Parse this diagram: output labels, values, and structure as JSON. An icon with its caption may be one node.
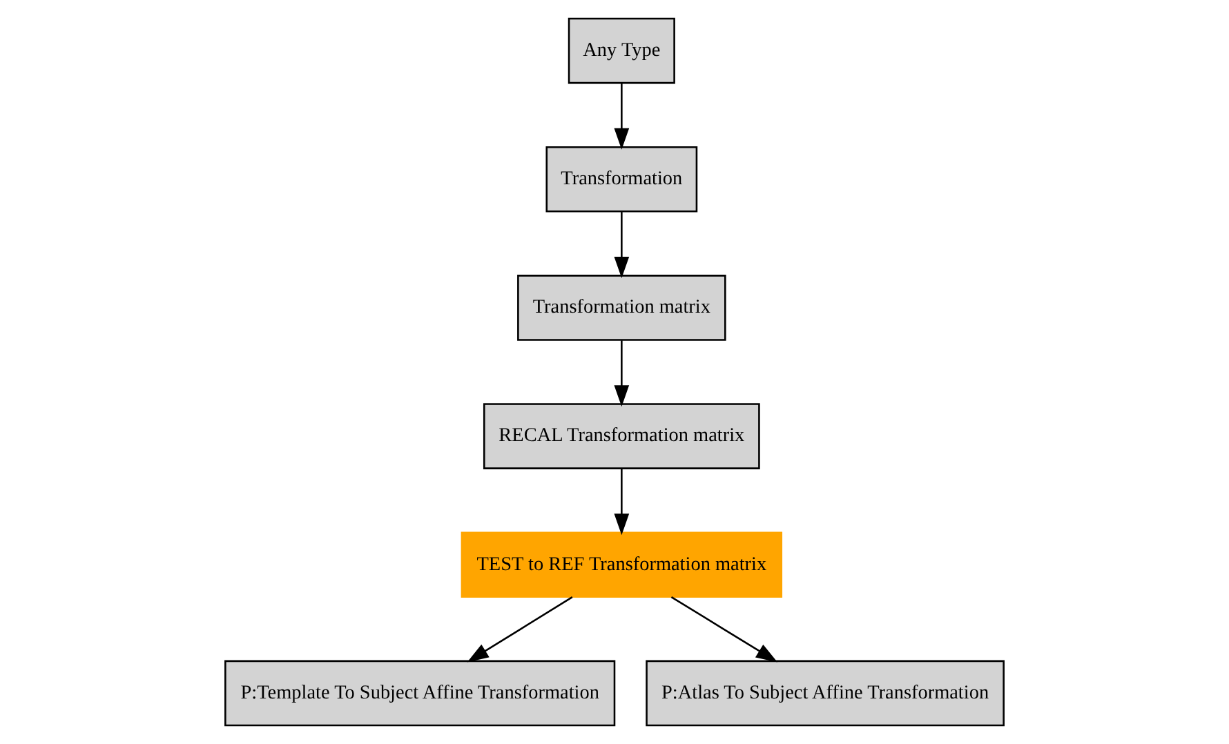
{
  "diagram": {
    "nodes": [
      {
        "text": [
          "Any Type"
        ]
      },
      {
        "text": [
          "Transformation"
        ]
      },
      {
        "text": [
          "Transformation matrix"
        ]
      },
      {
        "text": [
          "RECAL Transformation matrix"
        ]
      },
      {
        "text": [
          "TEST to REF Transformation matrix"
        ]
      },
      {
        "text": [
          "P:Template To Subject Affine Transformation"
        ]
      },
      {
        "text": [
          "P:Atlas To Subject Affine Transformation"
        ]
      }
    ],
    "edges": [
      {
        "from": 0,
        "to": 1,
        "arrow": "to"
      },
      {
        "from": 1,
        "to": 2,
        "arrow": "to"
      },
      {
        "from": 2,
        "to": 3,
        "arrow": "to"
      },
      {
        "from": 3,
        "to": 4,
        "arrow": "to"
      },
      {
        "from": 4,
        "to": 5,
        "arrow": "to"
      },
      {
        "from": 4,
        "to": 6,
        "arrow": "to"
      }
    ]
  }
}
